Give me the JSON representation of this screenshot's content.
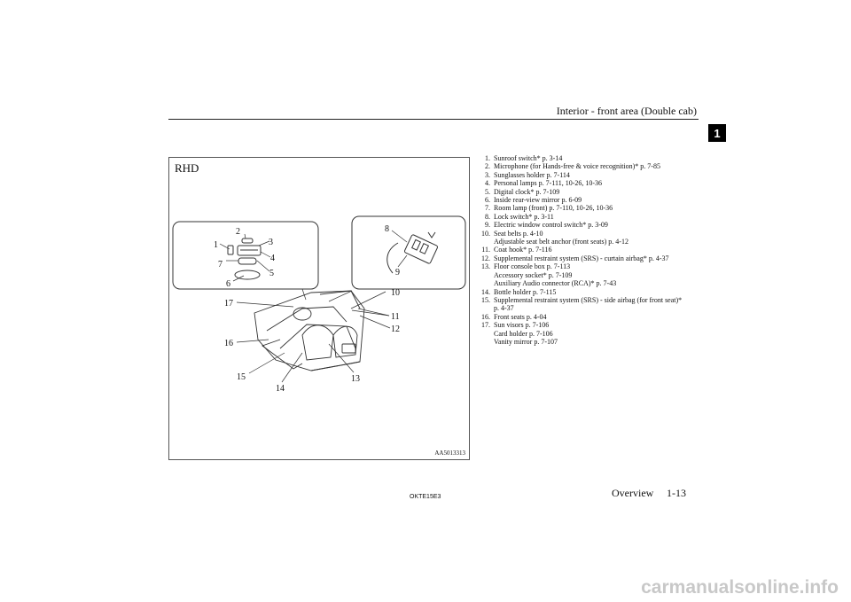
{
  "header": {
    "title": "Interior - front area (Double cab)",
    "chapter": "1"
  },
  "figure": {
    "title": "RHD",
    "code": "AA5013313",
    "callouts": [
      "1",
      "2",
      "3",
      "4",
      "5",
      "6",
      "7",
      "8",
      "9",
      "10",
      "11",
      "12",
      "13",
      "14",
      "15",
      "16",
      "17"
    ]
  },
  "items": [
    {
      "num": "1.",
      "text": "Sunroof switch* p. 3-14"
    },
    {
      "num": "2.",
      "text": "Microphone (for Hands-free & voice recognition)* p. 7-85"
    },
    {
      "num": "3.",
      "text": "Sunglasses holder p. 7-114"
    },
    {
      "num": "4.",
      "text": "Personal lamps p. 7-111, 10-26, 10-36"
    },
    {
      "num": "5.",
      "text": "Digital clock* p. 7-109"
    },
    {
      "num": "6.",
      "text": "Inside rear-view mirror p. 6-09"
    },
    {
      "num": "7.",
      "text": "Room lamp (front) p. 7-110, 10-26, 10-36"
    },
    {
      "num": "8.",
      "text": "Lock switch* p. 3-11"
    },
    {
      "num": "9.",
      "text": "Electric window control switch* p. 3-09"
    },
    {
      "num": "10.",
      "text": "Seat belts p. 4-10",
      "sub": [
        "Adjustable seat belt anchor (front seats) p. 4-12"
      ]
    },
    {
      "num": "11.",
      "text": "Coat hook* p. 7-116"
    },
    {
      "num": "12.",
      "text": "Supplemental restraint system (SRS) - curtain airbag* p. 4-37"
    },
    {
      "num": "13.",
      "text": "Floor console box p. 7-113",
      "sub": [
        "Accessory socket* p. 7-109",
        "Auxiliary Audio connector (RCA)* p. 7-43"
      ]
    },
    {
      "num": "14.",
      "text": "Bottle holder p. 7-115"
    },
    {
      "num": "15.",
      "text": "Supplemental restraint system (SRS) - side airbag (for front seat)*",
      "sub": [
        "p. 4-37"
      ]
    },
    {
      "num": "16.",
      "text": "Front seats p. 4-04"
    },
    {
      "num": "17.",
      "text": "Sun visors p. 7-106",
      "sub": [
        "Card holder p. 7-106",
        "Vanity mirror p. 7-107"
      ]
    }
  ],
  "footer": {
    "code": "OKTE15E3",
    "section": "Overview",
    "page": "1-13"
  },
  "watermark": "carmanualsonline.info"
}
